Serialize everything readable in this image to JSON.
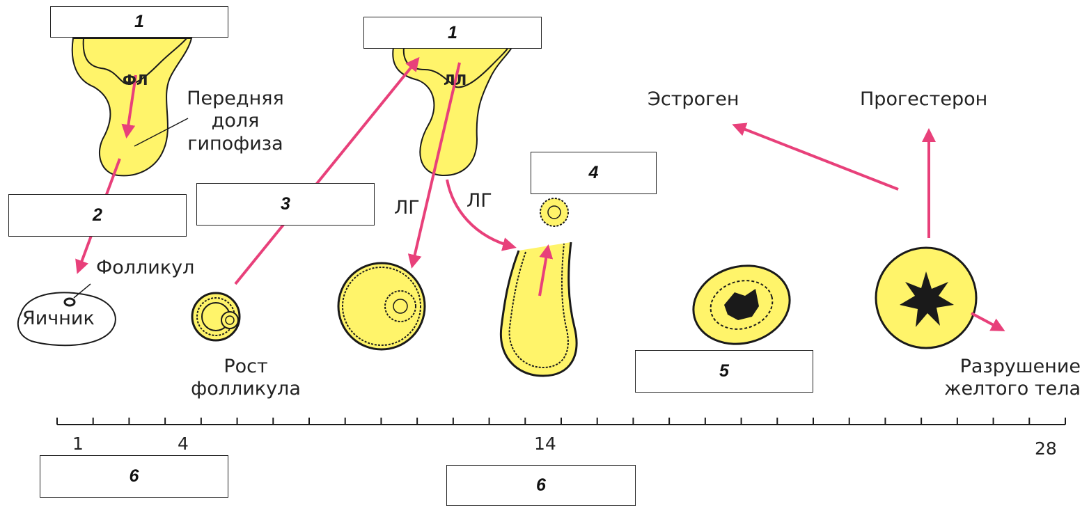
{
  "labels": {
    "fl": "ФЛ",
    "ll": "ЛЛ",
    "anterior_pituitary": [
      "Передняя",
      "доля",
      "гипофиза"
    ],
    "lg_left": "ЛГ",
    "lg_right": "ЛГ",
    "estrogen": "Эстроген",
    "progesterone": "Прогестерон",
    "follicle": "Фолликул",
    "ovary": "Яичник",
    "follicle_growth": [
      "Рост",
      "фолликула"
    ],
    "corpus_luteum_destruction": [
      "Разрушение",
      "желтого тела"
    ]
  },
  "boxes": {
    "box1_left": "1",
    "box1_mid": "1",
    "box2": "2",
    "box3": "3",
    "box4": "4",
    "box5": "5",
    "box6_left": "6",
    "box6_mid": "6"
  },
  "timeline": {
    "ticks": [
      "1",
      "4",
      "14",
      "28"
    ]
  },
  "colors": {
    "yellow": "#fff46a",
    "arrow": "#e8407a",
    "outline": "#1a1a1a"
  }
}
